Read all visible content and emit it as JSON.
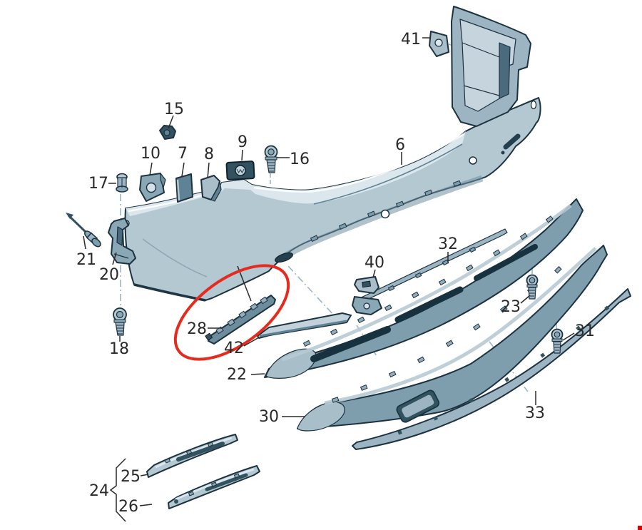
{
  "figure": {
    "kind": "exploded-parts-diagram",
    "background_color": "#ffffff",
    "highlight_ellipse_color": "#e62b1e",
    "corner_marker_color": "#e10000",
    "part_palette": {
      "outline": "#1c3240",
      "light": "#dce7ed",
      "body": "#b4c8d2",
      "mid": "#9db5c2",
      "shade": "#7e9dad",
      "dark": "#5f8294",
      "deep": "#33525f"
    }
  },
  "callouts": {
    "c6": "6",
    "c7": "7",
    "c8": "8",
    "c9": "9",
    "c10": "10",
    "c15": "15",
    "c16": "16",
    "c17": "17",
    "c18": "18",
    "c20": "20",
    "c21": "21",
    "c22": "22",
    "c23": "23",
    "c24": "24",
    "c25": "25",
    "c26": "26",
    "c28": "28",
    "c30": "30",
    "c31": "31",
    "c32": "32",
    "c33": "33",
    "c40": "40",
    "c41": "41",
    "c42": "42"
  }
}
